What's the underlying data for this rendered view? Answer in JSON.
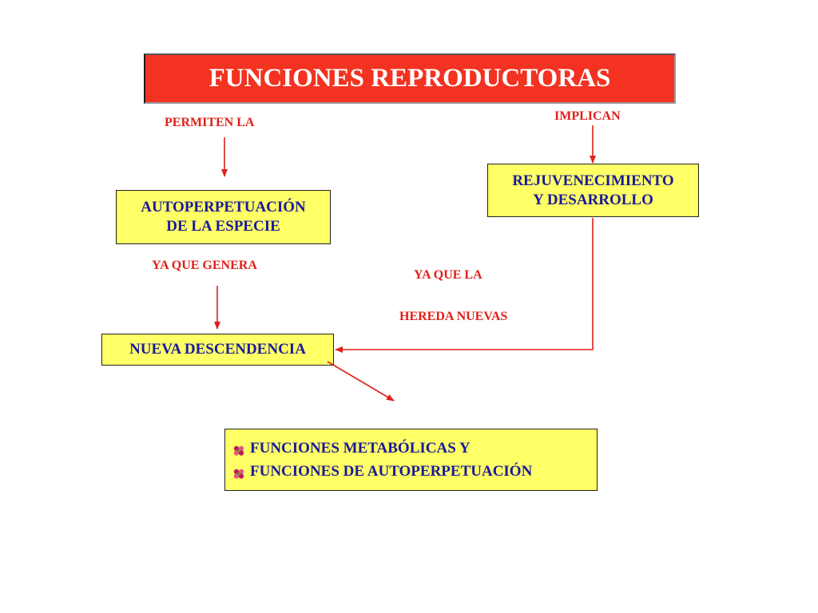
{
  "title": "FUNCIONES REPRODUCTORAS",
  "labels": {
    "permiten": "PERMITEN LA",
    "implican": "IMPLICAN",
    "ya_que_genera": "YA QUE GENERA",
    "ya_que_la": "YA QUE LA",
    "hereda_nuevas": "HEREDA NUEVAS"
  },
  "boxes": {
    "autoperpetuacion": [
      "AUTOPERPETUACIÓN",
      "DE LA ESPECIE"
    ],
    "rejuvenecimiento": [
      "REJUVENECIMIENTO",
      "Y DESARROLLO"
    ],
    "descendencia": "NUEVA DESCENDENCIA"
  },
  "result_items": [
    "FUNCIONES METABÓLICAS Y",
    "FUNCIONES DE AUTOPERPETUACIÓN"
  ],
  "colors": {
    "title_bg": "#f43221",
    "box_bg": "#ffff66",
    "box_text": "#1a1a99",
    "label_text": "#e0201a",
    "arrow": "#e0201a"
  },
  "icons": [
    "bullet-flower-icon"
  ]
}
